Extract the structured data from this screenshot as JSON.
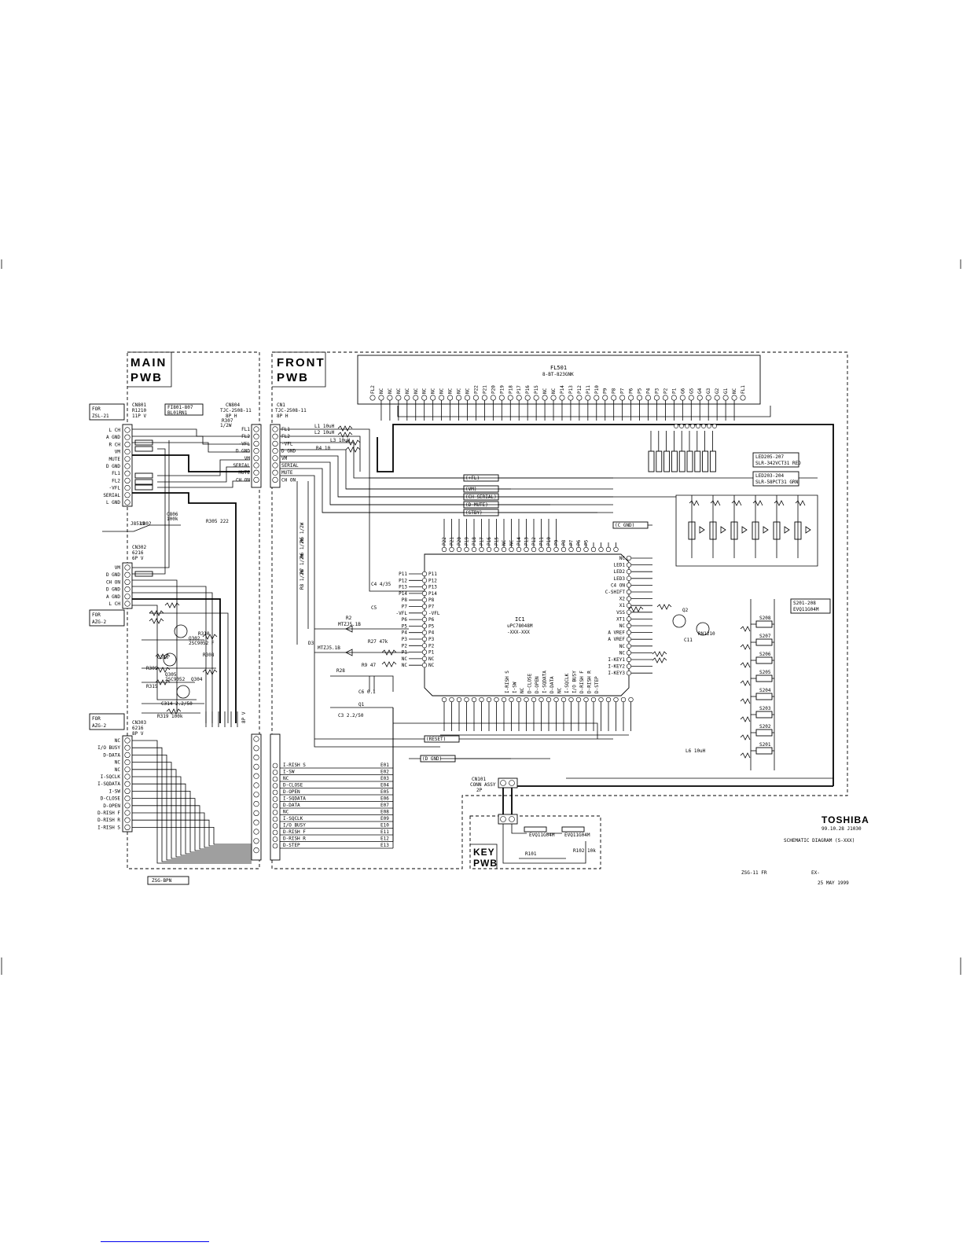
{
  "boards": {
    "main": {
      "title_line1": "MAIN",
      "title_line2": "PWB"
    },
    "front": {
      "title_line1": "FRONT",
      "title_line2": "PWB"
    },
    "key": {
      "title_line1": "KEY",
      "title_line2": "PWB"
    }
  },
  "for_labels": [
    {
      "line1": "FOR",
      "line2": "ZSL-21"
    },
    {
      "line1": "FOR",
      "line2": "AZG-2"
    },
    {
      "line1": "FOR",
      "line2": "AZG-2"
    }
  ],
  "main_parts": {
    "cn801": [
      "CN801",
      "R1210",
      "11P V"
    ],
    "fi801": [
      "FI801-807",
      "BL01RN1"
    ],
    "cn804": [
      "CN804",
      "TJC-2508-11",
      "8P H"
    ],
    "cn302": [
      "CN302",
      "6216",
      "6P V"
    ],
    "cn303": [
      "CN303",
      "6216",
      "8P V"
    ],
    "misc": [
      "R307",
      "1/2W",
      "C806",
      "100k",
      "R305 222",
      "J8539",
      "L802",
      "R310",
      "Q302",
      "2SC9052 F",
      "Q305",
      "2SC9052",
      "Q304",
      "C310",
      "R309",
      "R308",
      "C314 2.2/50",
      "R315",
      "R319 100k"
    ]
  },
  "cn801_pins": [
    "L CH",
    "A GND",
    "R CH",
    "VM",
    "MUTE",
    "D GND",
    "FL1",
    "FL2",
    "-VFL",
    "SERIAL",
    "L GND"
  ],
  "cn804_pins": [
    "FL1",
    "FL2",
    "-VFL",
    "D GND",
    "VM",
    "SERIAL",
    "MUTE",
    "CH ON"
  ],
  "cn302_pins": [
    "VM",
    "D GND",
    "CH ON",
    "D GND",
    "A GND",
    "L CH"
  ],
  "cn303_pins": [
    "NC",
    "I/O BUSY",
    "D-DATA",
    "NC",
    "NC",
    "I-SQCLK",
    "I-SQDATA",
    "I-SW",
    "D-CLOSE",
    "D-OPEN",
    "D-RISH F",
    "D-RISH R",
    "I-RISH S"
  ],
  "front_cn1": {
    "labels": [
      "CN1",
      "TJC-2508-11",
      "8P H"
    ],
    "pins": [
      "FL1",
      "FL2",
      "-VFL",
      "D GND",
      "VM",
      "SERIAL",
      "MUTE",
      "CH ON"
    ]
  },
  "front_parts": [
    "L1 10uH",
    "L2 10uH",
    "L3 10uH",
    "R4 10",
    "R5 1/2W",
    "R6 1/2W",
    "R7 1/2W",
    "R8 1/2W",
    "C4 4/35",
    "C5",
    "R2",
    "MTZJ5.1B",
    "D3",
    "MTZJ5.1B",
    "R27 47k",
    "R28",
    "R9 47",
    "C3 2.2/50",
    "C6 0.1",
    "Q1",
    "Q2",
    "RN1210",
    "C11",
    "L6 10uH"
  ],
  "fl_display": {
    "name": "FL501",
    "part": "8-BT-823GNK"
  },
  "fl_top_pins": [
    "FL2",
    "NC",
    "NC",
    "NC",
    "NC",
    "NC",
    "NC",
    "NC",
    "NC",
    "NC",
    "NC",
    "NC",
    "P22",
    "P21",
    "P20",
    "P19",
    "P18",
    "P17",
    "P16",
    "P15",
    "NC",
    "NC",
    "P14",
    "P13",
    "P12",
    "P11",
    "P10",
    "P9",
    "P8",
    "P7",
    "P6",
    "P5",
    "P4",
    "P3",
    "P2",
    "P1",
    "G6",
    "G5",
    "G4",
    "G3",
    "G2",
    "G1",
    "NC",
    "FL1"
  ],
  "ic1": {
    "name": "IC1",
    "part": "uPC78048M",
    "suffix": "-XXX-XXX"
  },
  "ic_left_pins": [
    "P11",
    "P12",
    "P13",
    "P14",
    "P8",
    "P7",
    "-VFL",
    "P6",
    "P5",
    "P4",
    "P3",
    "P2",
    "P1",
    "NC",
    "NC"
  ],
  "ic_right_pins": [
    "NC",
    "LED1",
    "LED2",
    "LED3",
    "C4 ON",
    "C-SHIFT",
    "X2",
    "X1",
    "VSS",
    "XT1",
    "NC",
    "A VREF",
    "A VREF",
    "NC",
    "NC",
    "I-KEY1",
    "I-KEY2",
    "I-KEY3"
  ],
  "signal_labels": [
    "(+FL)",
    "(VM)",
    "(CH-SERIAL)",
    "(D-MUTE)",
    "(STBY)",
    "(RESET)",
    "(D GND)",
    "(C GND)"
  ],
  "connector_signals": [
    "I-RISH S",
    "I-SW",
    "NC",
    "D-CLOSE",
    "D-OPEN",
    "I-SQDATA",
    "D-DATA",
    "NC",
    "I-SQCLK",
    "I/O BUSY",
    "D-RISH F",
    "D-RISH R",
    "D-STEP"
  ],
  "connector_codes": [
    "E01",
    "E02",
    "E03",
    "E04",
    "E05",
    "E06",
    "E07",
    "E08",
    "E09",
    "E10",
    "E11",
    "E12",
    "E13"
  ],
  "led_group1": {
    "range": "LED205-207",
    "part": "SLR-342VCT31 RED"
  },
  "led_group2": {
    "range": "LED203-204",
    "part": "SLR-58PCT31 GRN"
  },
  "switch_group": {
    "range": "S201-208",
    "part": "EVQ11G04M"
  },
  "switches": [
    "S208",
    "S207",
    "S206",
    "S205",
    "S204",
    "S203",
    "S202",
    "S201"
  ],
  "key_parts": {
    "connector": [
      "CN101",
      "CONN ASSY",
      "2P"
    ],
    "switches": [
      "EVQ11G04M",
      "EVQ11G04M"
    ],
    "resistors": [
      "R101",
      "R102 10k"
    ]
  },
  "misc_label": "ZSG-BPN",
  "title_block": {
    "logo": "TOSHIBA",
    "date_code": "99.10.28 J1030",
    "subtitle": "SCHEMATIC DIAGRAM (S-XXX)",
    "model": "ZSG-11 FR",
    "rev": "EX-",
    "date": "25 MAY 1999"
  }
}
